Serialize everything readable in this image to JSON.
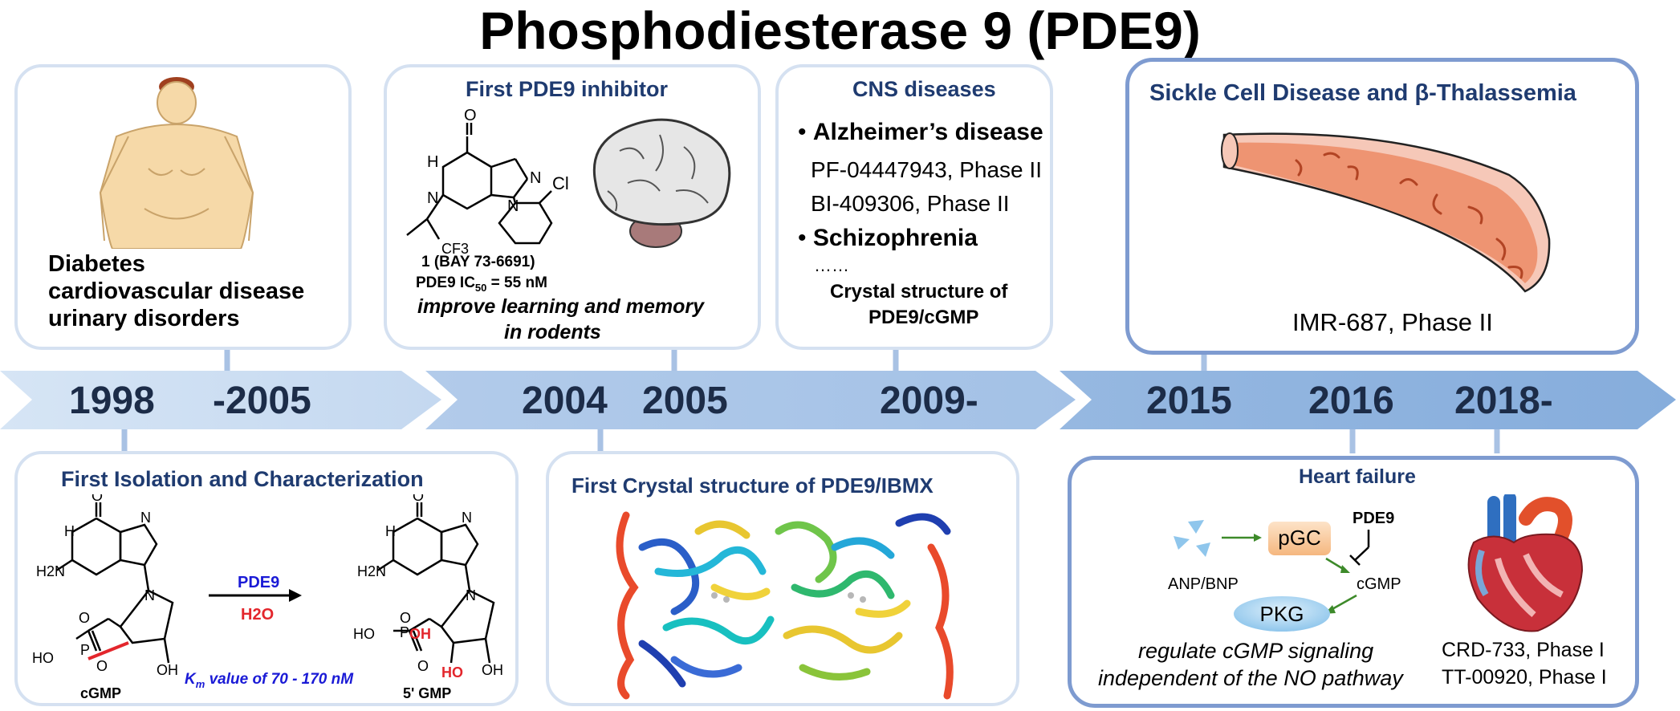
{
  "title": "Phosphodiesterase 9 (PDE9)",
  "colors": {
    "arrow_light": "#cfe0f4",
    "arrow_mid": "#a9c5e8",
    "arrow_dark": "#8cb1df",
    "box_border": "#d5e1f1",
    "box_border_strong": "#7e9bd0",
    "heading": "#1f3b70",
    "year": "#1c2c48"
  },
  "timeline": {
    "years": [
      "1998",
      "-2005",
      "2004",
      "2005",
      "2009-",
      "2015",
      "2016",
      "2018-"
    ]
  },
  "box_disease": {
    "lines": [
      "Diabetes",
      "cardiovascular disease",
      "urinary disorders"
    ],
    "icon": "person-icon"
  },
  "box_inhibitor": {
    "heading": "First PDE9 inhibitor",
    "compound_label": "1 (BAY 73-6691)",
    "ic50_prefix": "PDE9 IC",
    "ic50_sub": "50",
    "ic50_suffix": " = 55 nM",
    "effect_line1": "improve learning and memory",
    "effect_line2": "in rodents",
    "atoms": {
      "o": "O",
      "nh": "H",
      "n_left": "N",
      "n1": "N",
      "n2": "N",
      "cl": "Cl",
      "cf3": "CF3"
    },
    "icon": "brain-icon"
  },
  "box_cns": {
    "heading": "CNS diseases",
    "bullet1": "Alzheimer’s disease",
    "drug1": "PF-04447943, Phase II",
    "drug2": "BI-409306, Phase II",
    "bullet2": "Schizophrenia",
    "ellipsis": "……",
    "crystal_line1": "Crystal structure of",
    "crystal_line2": "PDE9/cGMP"
  },
  "box_sickle": {
    "heading": "Sickle Cell Disease and β-Thalassemia",
    "drug": "IMR-687, Phase II",
    "icon": "blood-vessel-icon"
  },
  "box_isolation": {
    "heading": "First Isolation and Characterization",
    "reactant": "cGMP",
    "product": "5' GMP",
    "enzyme": "PDE9",
    "water": "H2O",
    "km_prefix": "K",
    "km_sub": "m",
    "km_suffix": " value of 70 - 170 nM",
    "atoms": {
      "o": "O",
      "h": "H",
      "n": "N",
      "h2n": "H2N",
      "oh": "OH",
      "ho": "HO",
      "p": "P"
    }
  },
  "box_crystal": {
    "heading": "First Crystal structure of PDE9/IBMX",
    "icon": "protein-structure-icon"
  },
  "box_heart": {
    "heading": "Heart failure",
    "anp": "ANP/BNP",
    "pgc": "pGC",
    "pde9": "PDE9",
    "cgmp": "cGMP",
    "pkg": "PKG",
    "desc_line1": "regulate cGMP signaling",
    "desc_line2": "independent of the NO pathway",
    "drug1": "CRD-733, Phase I",
    "drug2": "TT-00920, Phase I",
    "icon": "heart-icon"
  }
}
